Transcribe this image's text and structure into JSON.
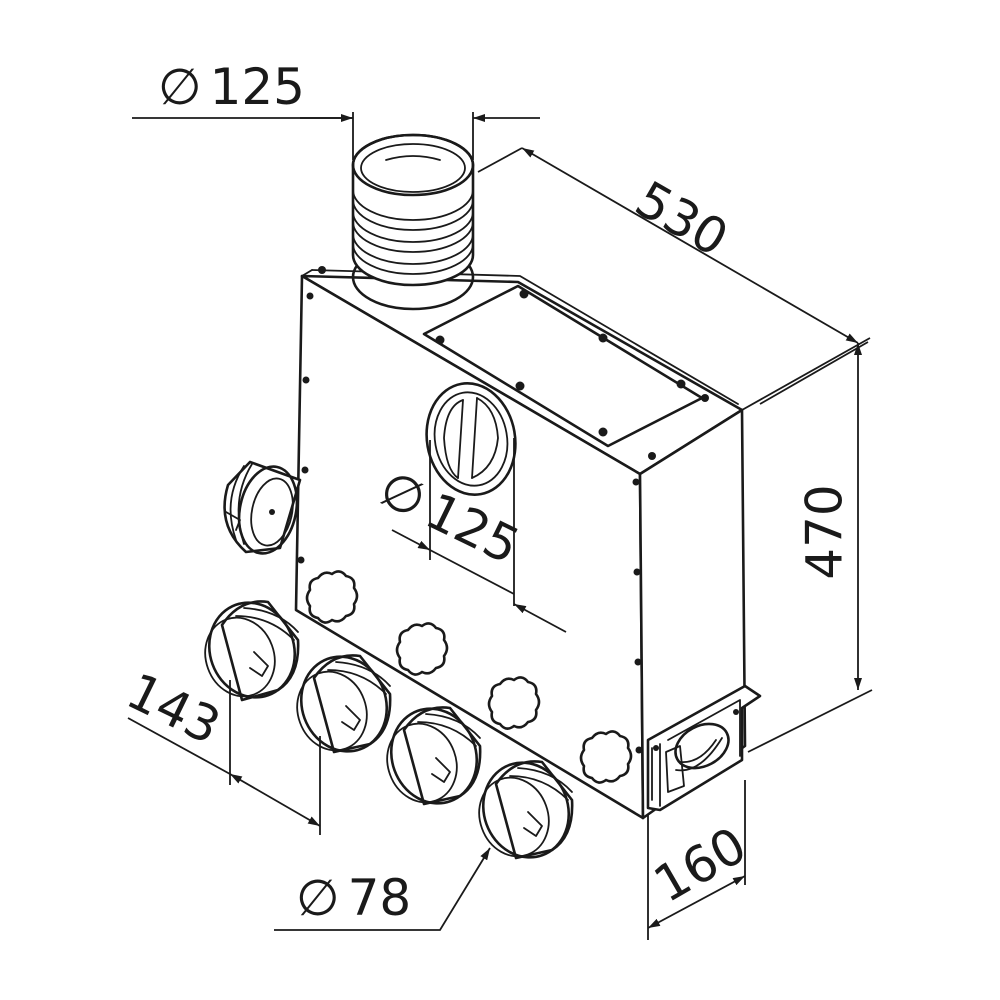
{
  "dimensions": {
    "top_outlet_diameter": "125",
    "length": "530",
    "height": "470",
    "front_inlet_diameter": "125",
    "spacing": "143",
    "depth": "160",
    "spigot_diameter": "78"
  },
  "symbols": {
    "diameter": "∅"
  }
}
